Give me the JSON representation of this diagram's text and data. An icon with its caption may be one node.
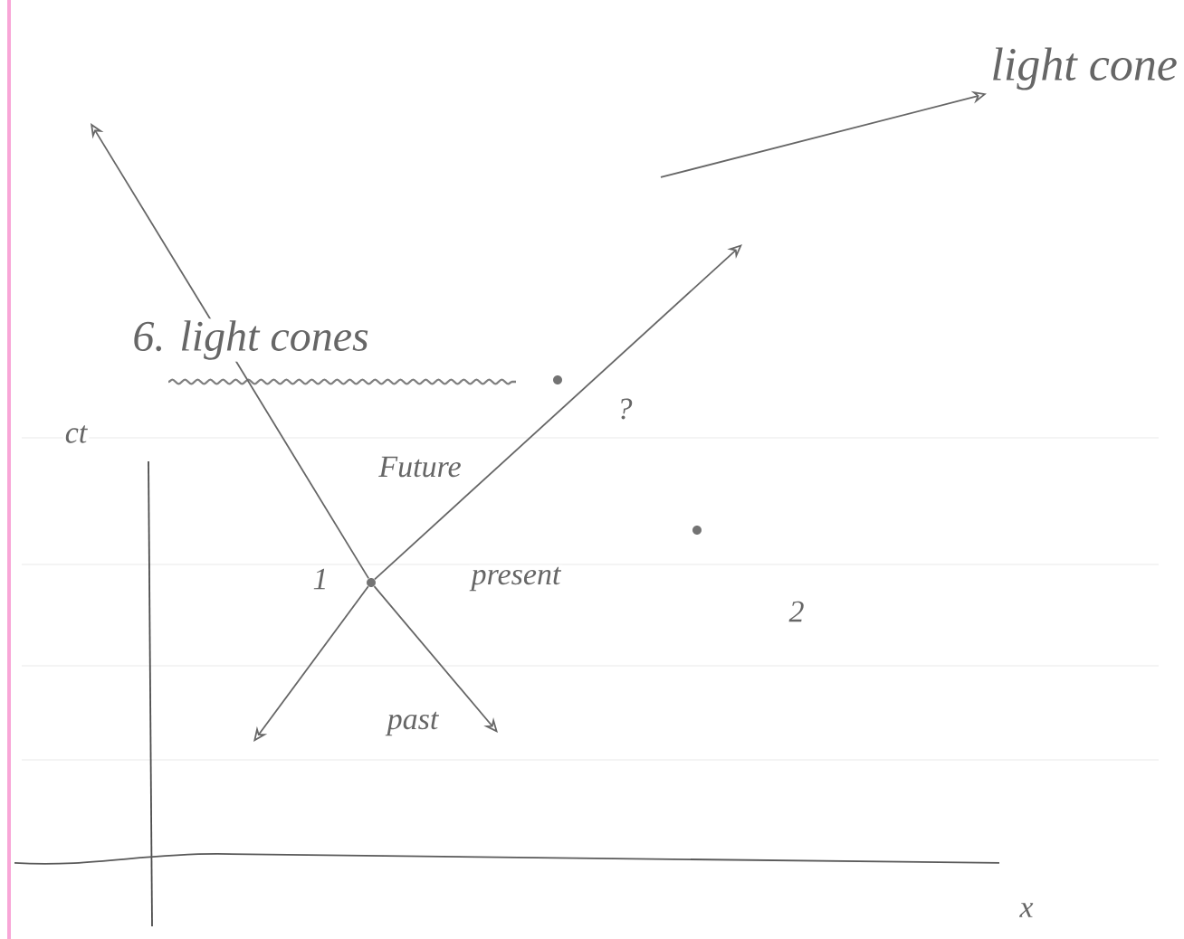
{
  "diagram": {
    "title": "6. light cones",
    "nodes": [
      {
        "text": [
          "light cone"
        ]
      },
      {
        "text": [],
        "shape": "circle",
        "beside": [
          "1"
        ]
      },
      {
        "text": [],
        "shape": "circle",
        "beside": [
          "?"
        ]
      },
      {
        "text": [],
        "shape": "circle",
        "beside": [
          "2"
        ]
      }
    ],
    "edges": [
      {
        "from": null,
        "to": 0,
        "arrow": "to"
      },
      {
        "from": 1,
        "to": null,
        "arrow": "to"
      },
      {
        "from": 1,
        "to": null,
        "arrow": "to"
      },
      {
        "from": 1,
        "to": null,
        "arrow": "to"
      },
      {
        "from": 1,
        "to": null,
        "arrow": "to"
      }
    ],
    "labels": [
      "ct",
      "Future",
      "present",
      "past",
      "x"
    ]
  }
}
